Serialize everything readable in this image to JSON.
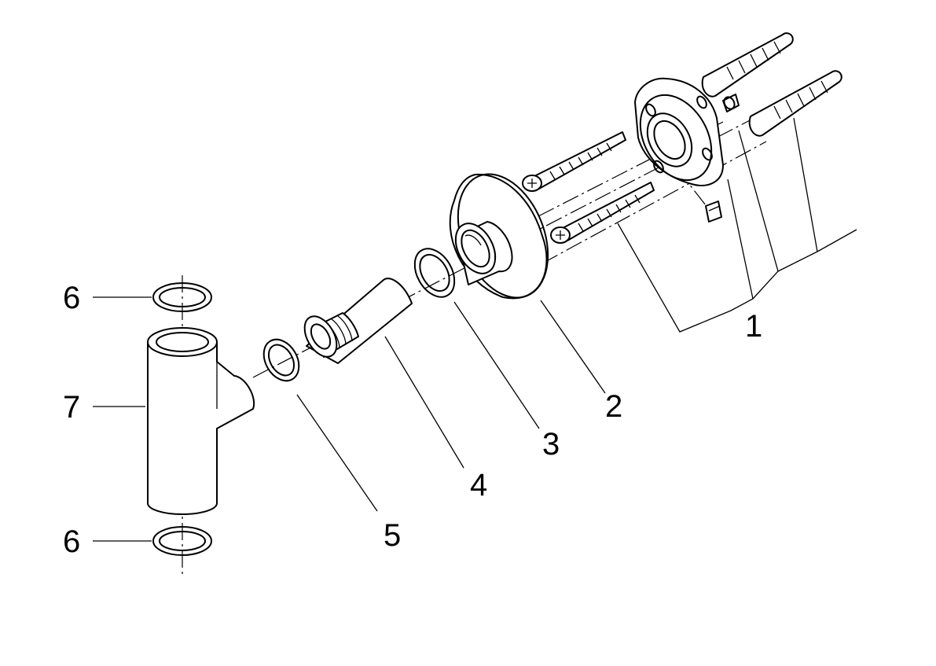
{
  "callouts": {
    "label_1": "1",
    "label_2": "2",
    "label_3": "3",
    "label_4": "4",
    "label_5": "5",
    "label_6_top": "6",
    "label_6_bottom": "6",
    "label_7": "7"
  },
  "colors": {
    "line": "#000000",
    "background": "#ffffff"
  }
}
